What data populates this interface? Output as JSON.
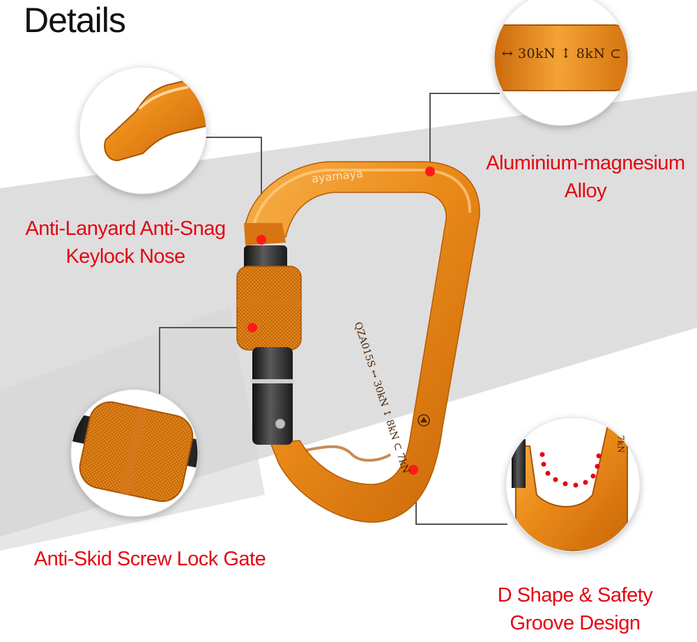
{
  "title": "Details",
  "labels": {
    "keylock": [
      "Anti-Lanyard Anti-Snag",
      "Keylock Nose"
    ],
    "alloy": [
      "Aluminium-magnesium",
      "Alloy"
    ],
    "gate": [
      "Anti-Skid Screw Lock Gate"
    ],
    "dshape": [
      "D Shape & Safety",
      "Groove Design"
    ]
  },
  "markings": {
    "zoom_rating": "↔ 30kN ↕ 8kN ⊂",
    "brand": "ayamaya",
    "spine": "QZA015S ↔ 30kN ↕ 8kN ⊂ 7kN",
    "corner": "7kN"
  },
  "colors": {
    "label": "#e30613",
    "anodized_orange": "#e98414",
    "steel": "#2b2b2b",
    "band": "#dcdcdc"
  }
}
